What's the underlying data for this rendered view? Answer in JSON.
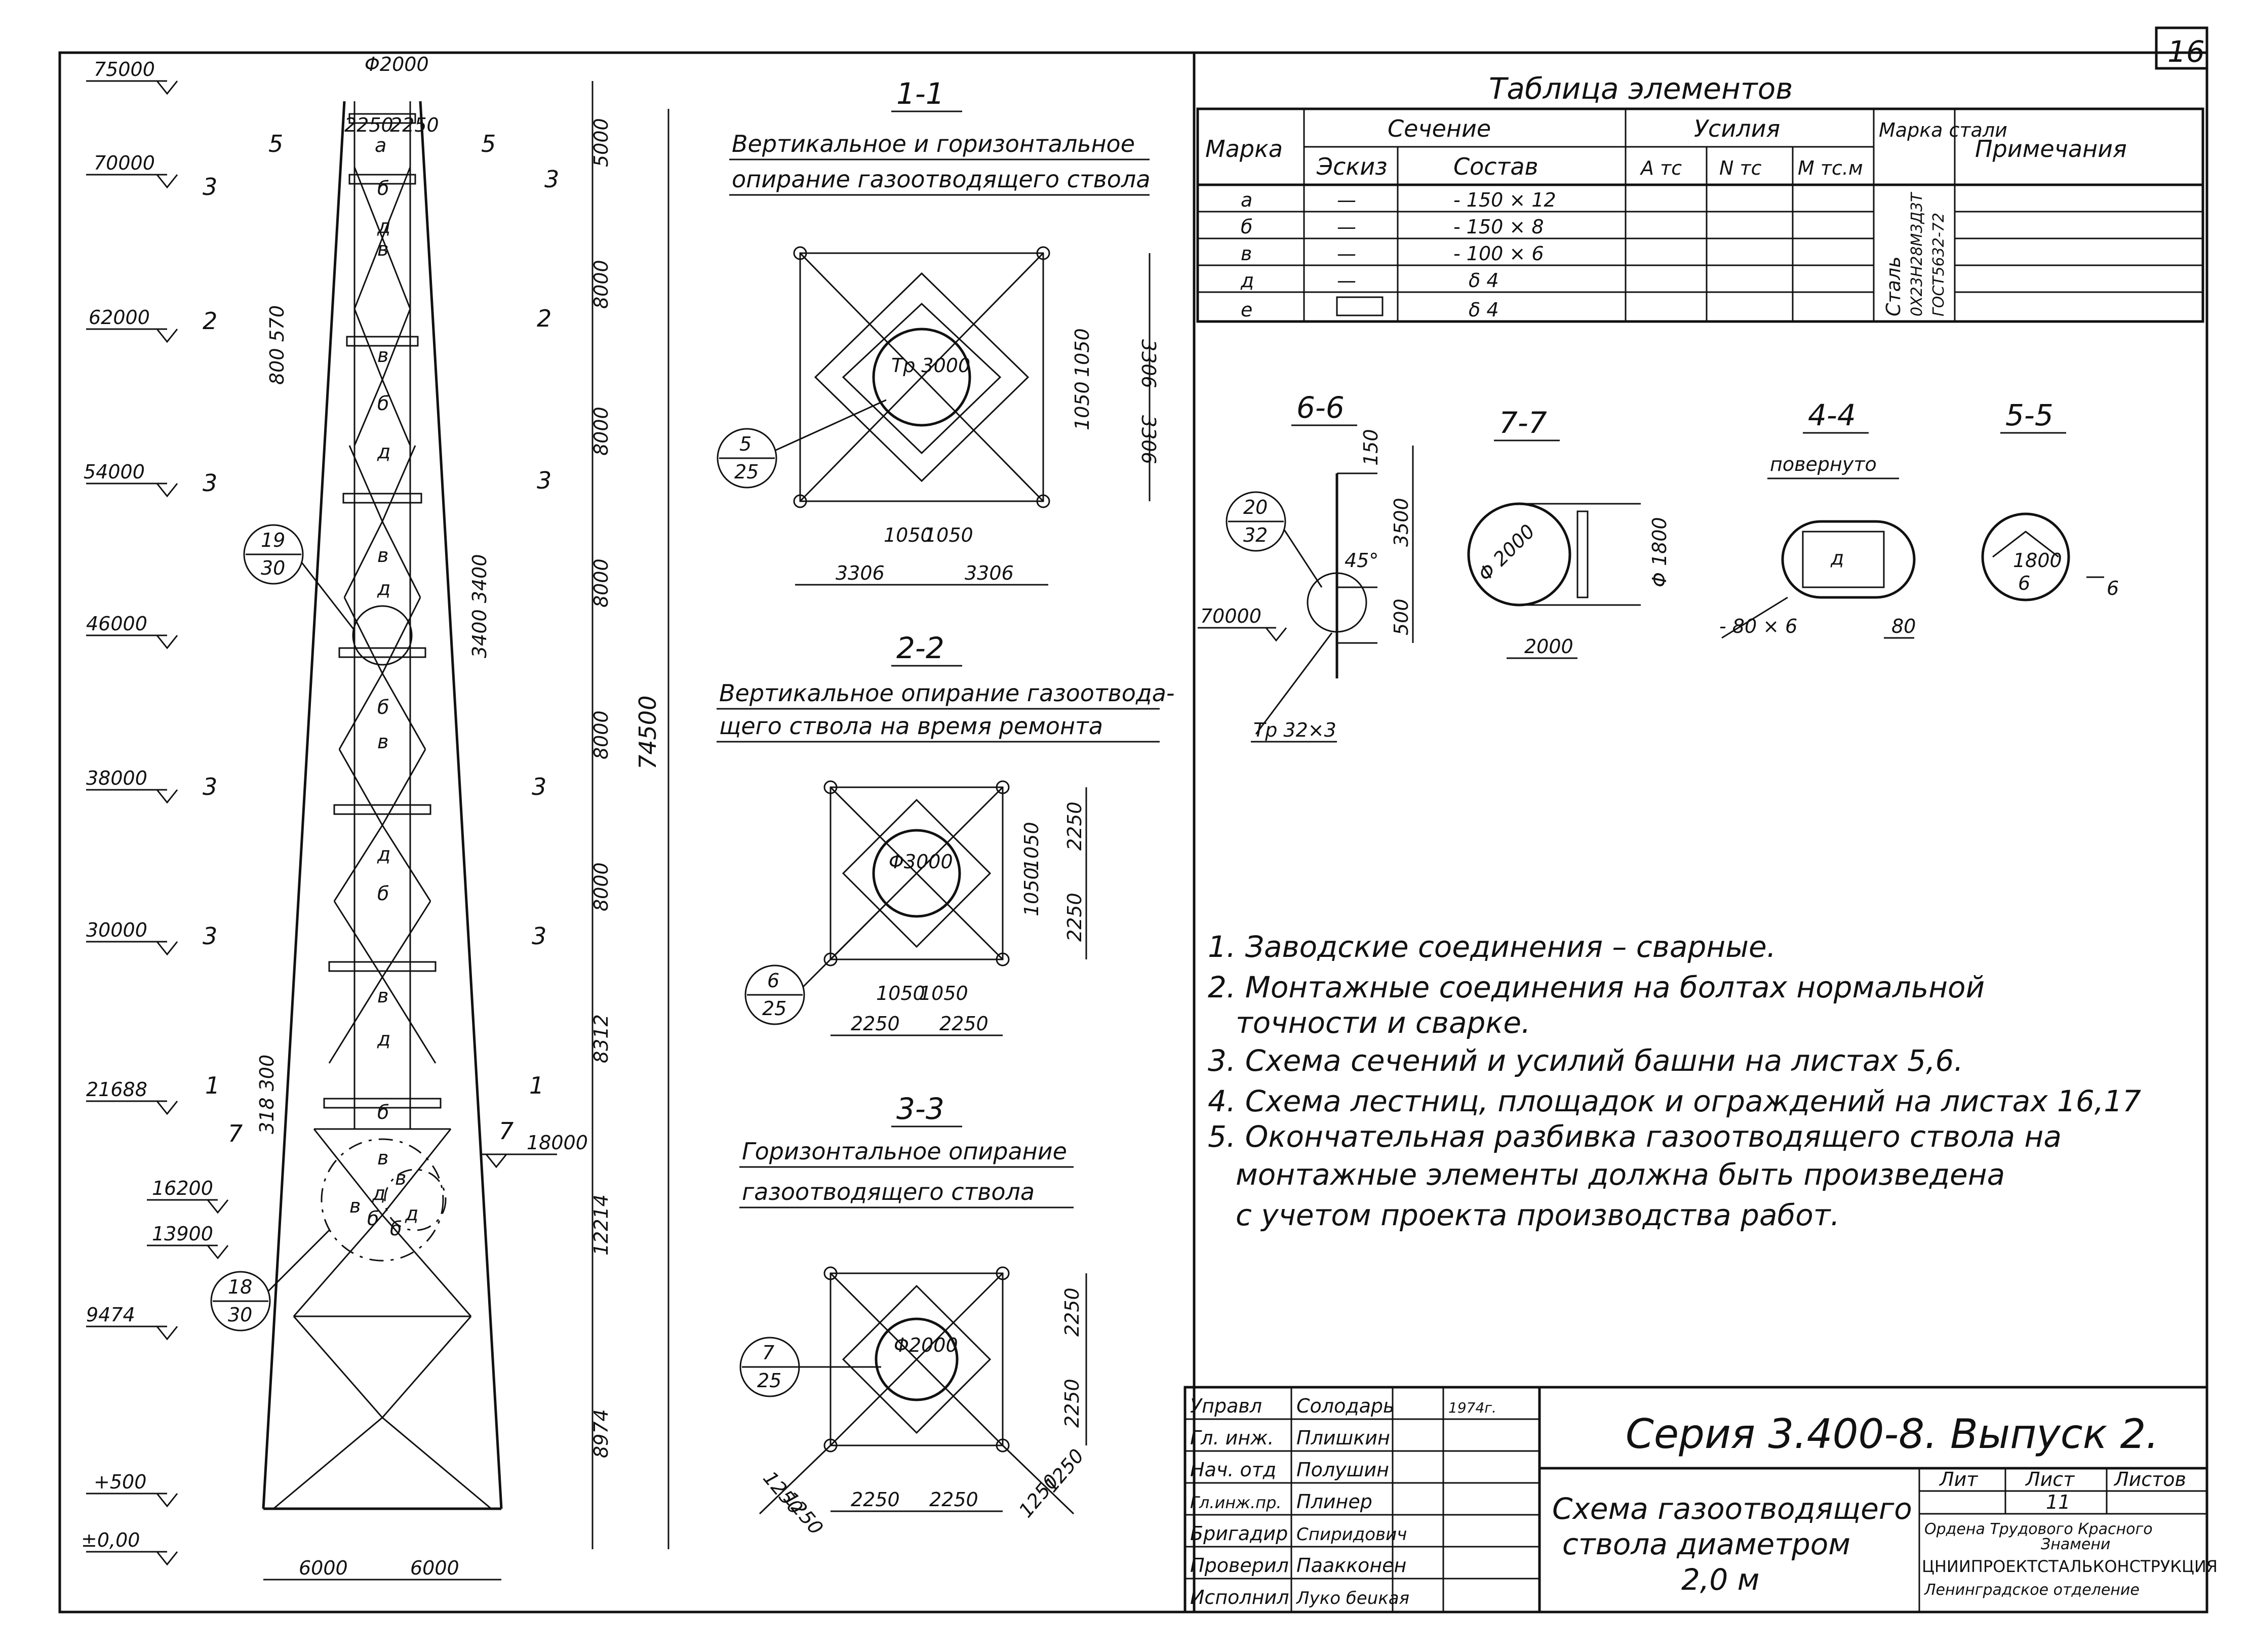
{
  "sheet_number": "16",
  "tower": {
    "levels": [
      "75000",
      "70000",
      "62000",
      "54000",
      "46000",
      "38000",
      "30000",
      "21688",
      "16200",
      "13900",
      "9474",
      "+500",
      "±0,00"
    ],
    "level_18000": "18000",
    "level_70000_detail": "70000",
    "top_diameter": "Φ2000",
    "top_dims": [
      "2250",
      "2250"
    ],
    "spans": [
      "5000",
      "8000",
      "8000",
      "8000",
      "8000",
      "8000",
      "8312",
      "12214",
      "8974"
    ],
    "total_height": "74500",
    "base_dims": [
      "6000",
      "6000"
    ],
    "dim_800_570": "800 570",
    "dim_3400": "3400 3400",
    "dim_318_300": "318 300",
    "section_marks": [
      "5",
      "5",
      "3",
      "3",
      "2",
      "2",
      "3",
      "3",
      "3",
      "3",
      "3",
      "3",
      "1",
      "1",
      "7",
      "7"
    ],
    "element_marks": [
      "а",
      "б",
      "в",
      "д",
      "в",
      "б",
      "д",
      "в",
      "д",
      "б",
      "в",
      "д",
      "б",
      "в",
      "д",
      "б",
      "в",
      "д",
      "в",
      "б",
      "б",
      "д",
      "в"
    ],
    "callout_19": [
      "19",
      "30"
    ],
    "callout_18": [
      "18",
      "30"
    ]
  },
  "section_1_1": {
    "title": "1-1",
    "caption_line1": "Вертикальное и горизонтальное",
    "caption_line2": "опирание газоотводящего ствола",
    "dims": [
      "3306",
      "3306",
      "1050",
      "1050",
      "1050",
      "1050",
      "3306",
      "3306"
    ],
    "pipe": "Тр 3000",
    "callout": [
      "5",
      "25"
    ]
  },
  "section_2_2": {
    "title": "2-2",
    "caption_line1": "Вертикальное опирание газоотвода-",
    "caption_line2": "щего ствола на время ремонта",
    "dims": [
      "2250",
      "2250",
      "1050",
      "1050",
      "1050",
      "1050",
      "2250",
      "2250"
    ],
    "pipe": "Φ3000",
    "callout": [
      "6",
      "25"
    ]
  },
  "section_3_3": {
    "title": "3-3",
    "caption_line1": "Горизонтальное опирание",
    "caption_line2": "газоотводящего ствола",
    "dims": [
      "2250",
      "2250",
      "2250",
      "2250",
      "1250",
      "1250",
      "1250",
      "1250"
    ],
    "pipe": "Φ2000",
    "callout": [
      "7",
      "25"
    ]
  },
  "table": {
    "title": "Таблица элементов",
    "headers": {
      "mark": "Марка",
      "section": "Сечение",
      "sketch": "Эскиз",
      "composition": "Состав",
      "forces": "Усилия",
      "a": "А тс",
      "n": "N тс",
      "m": "М тс.м",
      "steel": "Марка стали",
      "notes": "Примечания"
    },
    "rows": [
      {
        "mark": "а",
        "sketch": "—",
        "composition": "- 150 × 12"
      },
      {
        "mark": "б",
        "sketch": "—",
        "composition": "- 150 × 8"
      },
      {
        "mark": "в",
        "sketch": "—",
        "composition": "- 100 × 6"
      },
      {
        "mark": "д",
        "sketch": "—",
        "composition": "δ 4"
      },
      {
        "mark": "е",
        "sketch": "",
        "composition": "δ 4"
      }
    ],
    "steel_text": [
      "Сталь",
      "0Х23Н28М3Д3Т",
      "ГОСТ5632-72"
    ]
  },
  "detail_6_6": {
    "title": "6-6",
    "dims": [
      "150",
      "3500",
      "500"
    ],
    "angle": "45°",
    "callout": [
      "20",
      "32"
    ],
    "level": "70000",
    "pipe": "Тр 32×3"
  },
  "detail_7_7": {
    "title": "7-7",
    "dims": [
      "Φ 2000",
      "Φ 1800",
      "2000"
    ]
  },
  "detail_4_4": {
    "title": "4-4",
    "subtitle": "повернуто",
    "mark": "д",
    "dims": [
      "- 80 × 6",
      "80"
    ]
  },
  "detail_5_5": {
    "title": "5-5",
    "mark": "6",
    "arrow_mark": "6",
    "inner": "1800"
  },
  "notes": [
    "1. Заводские  соединения – сварные.",
    "2. Монтажные соединения на болтах нормальной",
    "точности и сварке.",
    "3. Схема сечений и усилий башни на листах 5,6.",
    "4. Схема лестниц, площадок и ограждений на листах 16,17",
    "5. Окончательная разбивка газоотводящего ствола на",
    "монтажные элементы должна быть произведена",
    "с учетом  проекта  производства работ."
  ],
  "title_block": {
    "roles": [
      "Управл",
      "Гл. инж.",
      "Нач. отд",
      "Гл.инж.пр.",
      "Бригадир",
      "Проверил",
      "Исполнил"
    ],
    "names": [
      "Солодарь",
      "Плишкин",
      "Полушин",
      "Плинер",
      "Спиридович",
      "Паакконен",
      "Луко беuкая"
    ],
    "year": "1974г.",
    "series": "Серия 3.400-8. Выпуск 2.",
    "drawing_title": [
      "Схема газоотводящего",
      "ствола диаметром",
      "2,0 м"
    ],
    "lit_label": "Лит",
    "sheet_label": "Лист",
    "sheets_label": "Листов",
    "sheet_value": "11",
    "org": [
      "Ордена Трудового Красного",
      "Знамени",
      "ЦНИИПРОЕКТСТАЛЬКОНСТРУКЦИЯ",
      "Ленинградское отделение"
    ]
  }
}
